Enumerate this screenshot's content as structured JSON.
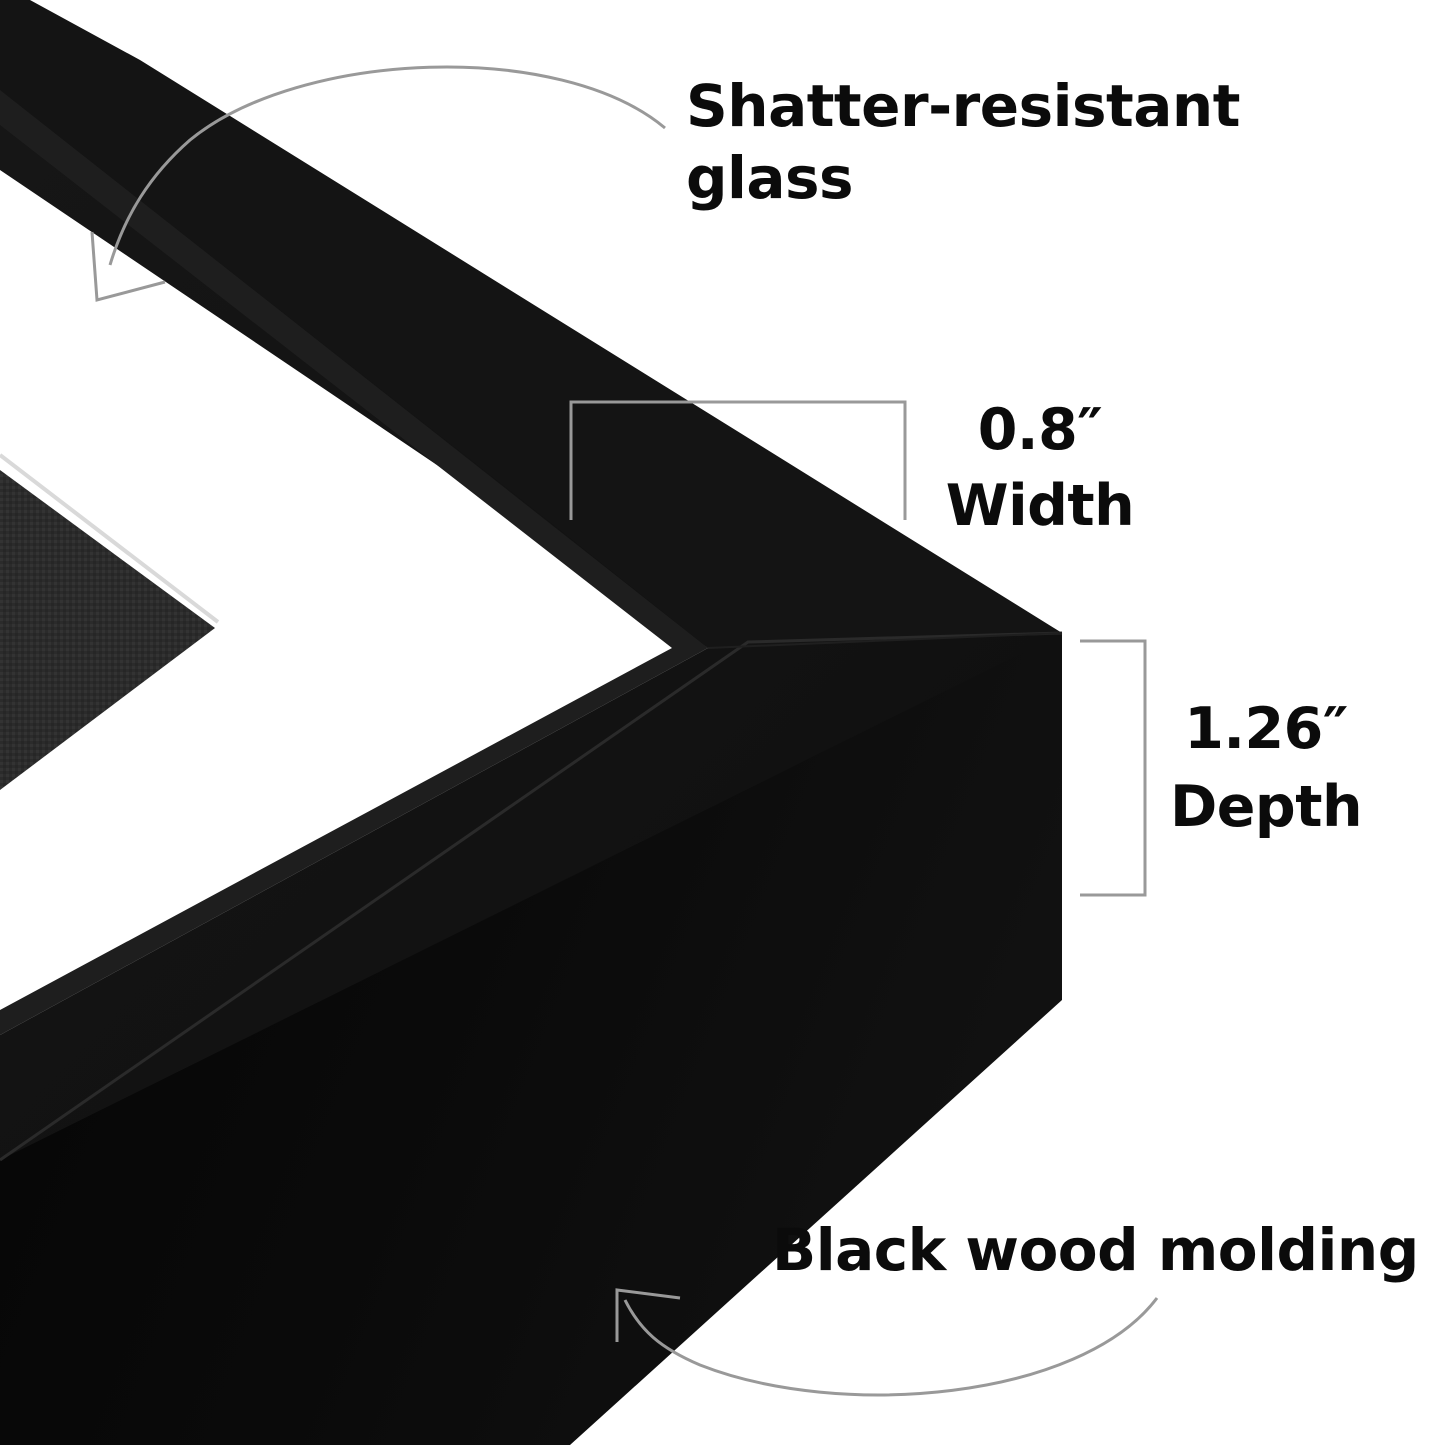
{
  "callouts": {
    "glass": {
      "line1": "Shatter-resistant",
      "line2": "glass"
    },
    "width": {
      "line1": "0.8″",
      "line2": "Width"
    },
    "depth": {
      "line1": "1.26″",
      "line2": "Depth"
    },
    "molding": {
      "text": "Black wood molding"
    }
  },
  "colors": {
    "frame_face": "#121212",
    "frame_side": "#080808",
    "frame_inner_lip": "#1c1c1c",
    "mat": "#ffffff",
    "backing": "#2a2a2a",
    "annotation_gray": "#999999",
    "text": "#0b0b0b"
  }
}
